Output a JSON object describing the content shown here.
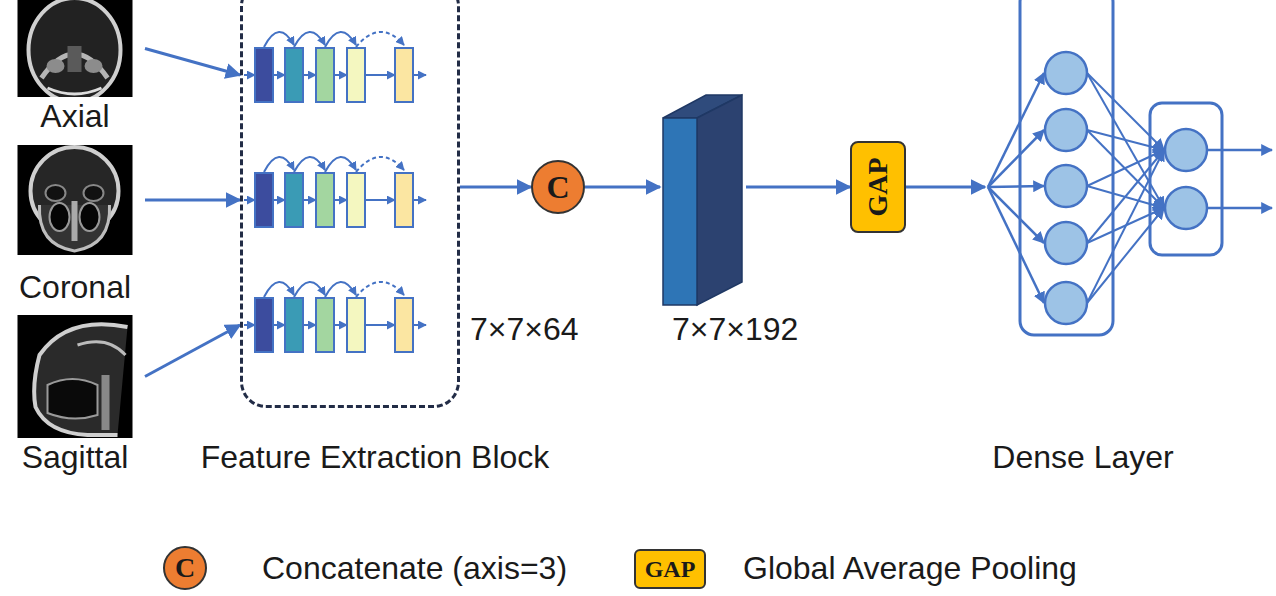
{
  "diagram": {
    "nodes": [
      {
        "text": [
          "Axial"
        ]
      },
      {
        "text": [
          "Coronal"
        ]
      },
      {
        "text": [
          "Sagittal"
        ]
      },
      {
        "text": [
          "Feature Extraction Block"
        ]
      },
      {
        "text": [
          "C"
        ]
      },
      {
        "text": [
          "7×7×192"
        ]
      },
      {
        "text": [
          "GAP"
        ]
      },
      {
        "text": [
          "Dense Layer"
        ]
      }
    ],
    "edges": [
      {
        "from": 0,
        "to": 3,
        "arrow": "to"
      },
      {
        "from": 1,
        "to": 3,
        "arrow": "to"
      },
      {
        "from": 2,
        "to": 3,
        "arrow": "to"
      },
      {
        "from": 3,
        "to": 4,
        "arrow": "to"
      },
      {
        "from": 4,
        "to": 5,
        "arrow": "to"
      },
      {
        "from": 5,
        "to": 6,
        "arrow": "to"
      },
      {
        "from": 6,
        "to": 7,
        "arrow": "to"
      }
    ],
    "labels": [
      "7×7×64",
      "C",
      "GAP"
    ],
    "legend": [
      {
        "text": "Concatenate (axis=3)"
      },
      {
        "text": "Global Average Pooling"
      }
    ]
  }
}
